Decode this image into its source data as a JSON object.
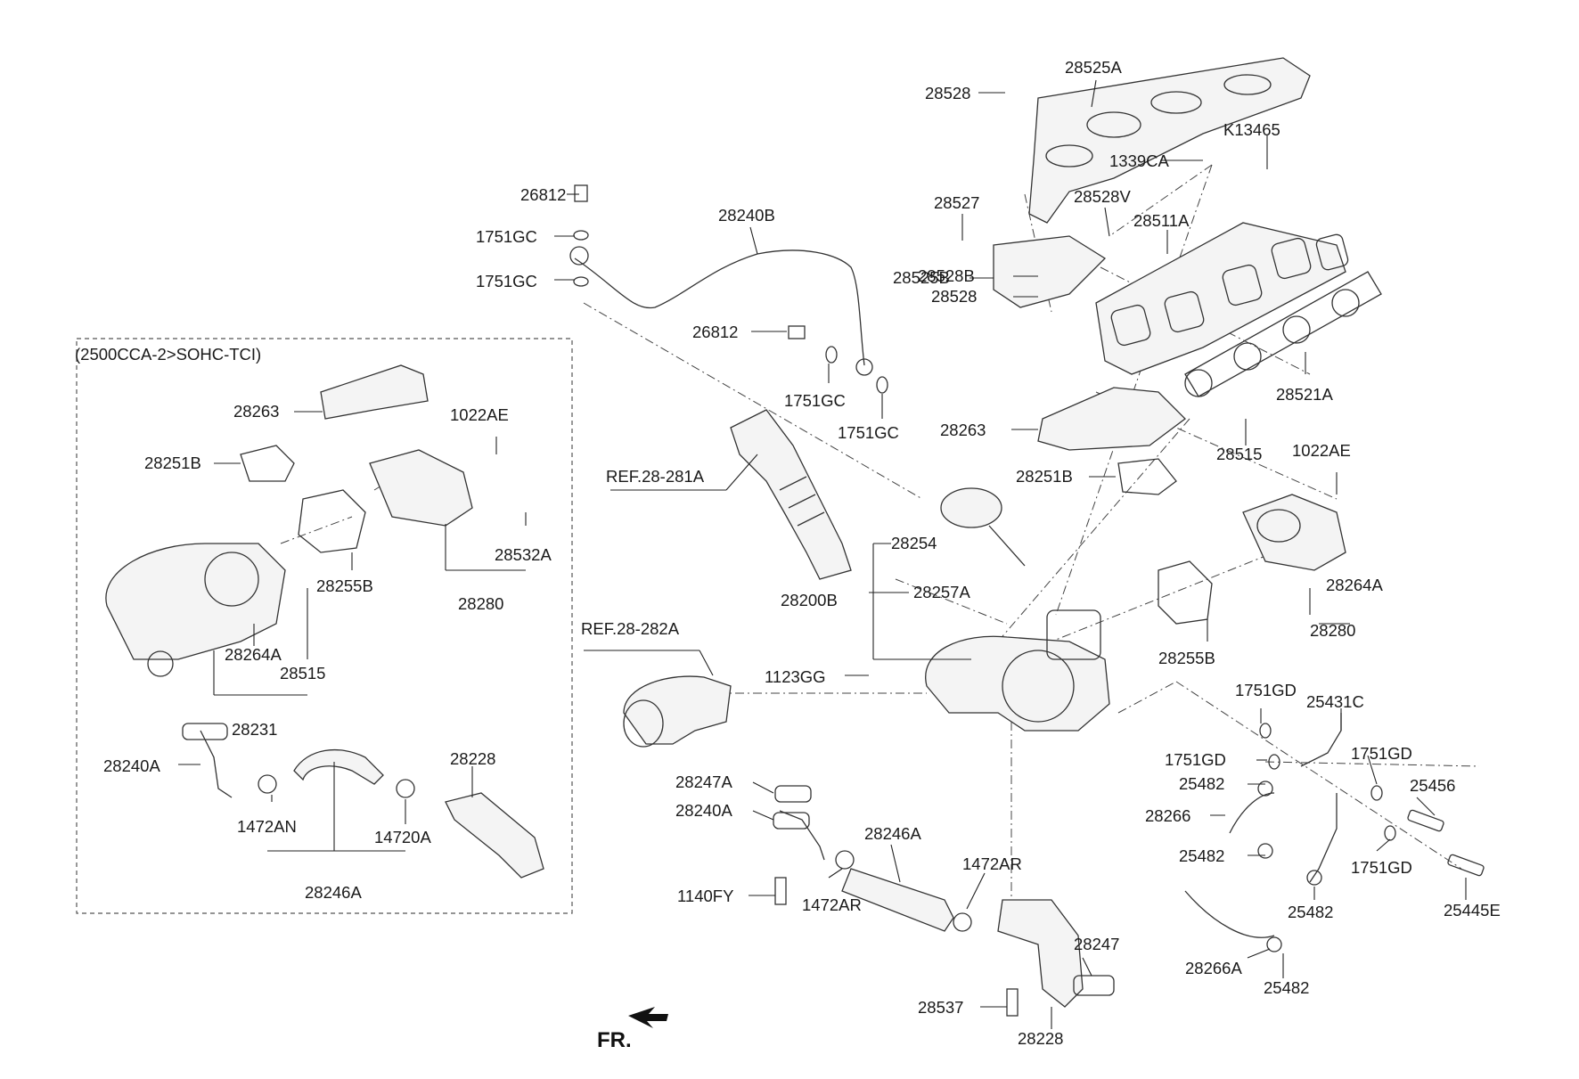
{
  "section_label": "(2500CCA-2>SOHC-TCI)",
  "orientation_label": "FR.",
  "parts": {
    "p28525A": "28525A",
    "p28528_top": "28528",
    "pK13465": "K13465",
    "p1339CA": "1339CA",
    "p28527": "28527",
    "p28528V": "28528V",
    "p28511A": "28511A",
    "p28525B": "28525B",
    "p26812_a": "26812",
    "p28240B": "28240B",
    "p1751GC_a": "1751GC",
    "p1751GC_b": "1751GC",
    "p26812_b": "26812",
    "p1751GC_c": "1751GC",
    "p1751GC_d": "1751GC",
    "p28528B": "28528B",
    "p28528_mid": "28528",
    "p28521A": "28521A",
    "p28263_r": "28263",
    "p28515_r": "28515",
    "p1022AE_r": "1022AE",
    "p28251B_r": "28251B",
    "pREF28281A": "REF.28-281A",
    "p28254": "28254",
    "p28257A": "28257A",
    "p28200B": "28200B",
    "p28264A_r": "28264A",
    "p28280_r": "28280",
    "p28255B_r": "28255B",
    "pREF28282A": "REF.28-282A",
    "p1123GG": "1123GG",
    "p1751GD_a": "1751GD",
    "p25431C": "25431C",
    "p1751GD_b": "1751GD",
    "p1751GD_c": "1751GD",
    "p25482_a": "25482",
    "p25456": "25456",
    "p28266": "28266",
    "p25482_b": "25482",
    "p1751GD_d": "1751GD",
    "p25445E": "25445E",
    "p25482_c": "25482",
    "p28266A": "28266A",
    "p25482_d": "25482",
    "p28247A": "28247A",
    "p28240A_r": "28240A",
    "p28246A_r": "28246A",
    "p1472AR_a": "1472AR",
    "p1140FY": "1140FY",
    "p1472AR_b": "1472AR",
    "p28247": "28247",
    "p28537": "28537",
    "p28228_r": "28228",
    "p28263_l": "28263",
    "p1022AE_l": "1022AE",
    "p28251B_l": "28251B",
    "p28532A": "28532A",
    "p28255B_l": "28255B",
    "p28280_l": "28280",
    "p28264A_l": "28264A",
    "p28515_l": "28515",
    "p28231": "28231",
    "p28240A_l": "28240A",
    "p28228_l": "28228",
    "p1472AN": "1472AN",
    "p14720A": "14720A",
    "p28246A_l": "28246A"
  }
}
